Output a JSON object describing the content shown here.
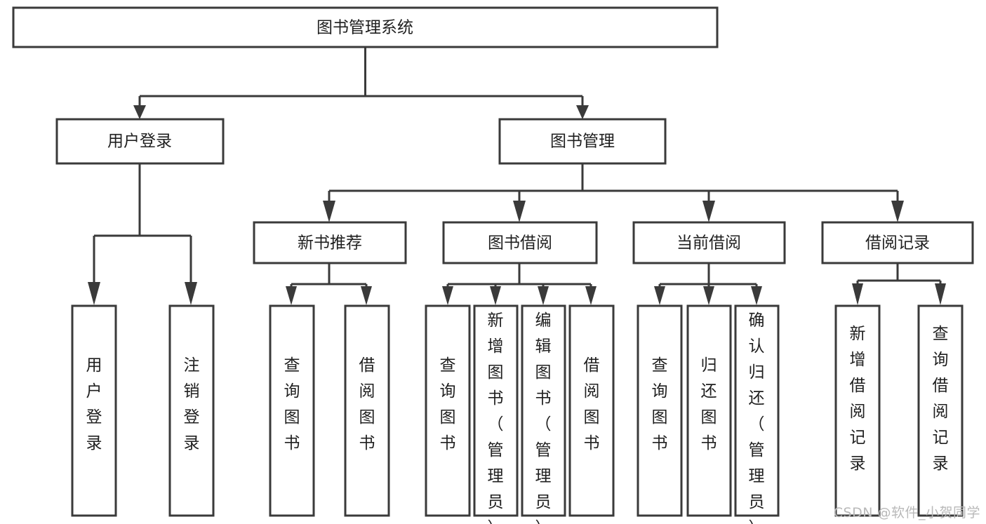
{
  "diagram": {
    "title": "图书管理系统",
    "type": "tree-hierarchy",
    "watermark": "CSDN @软件_小贺同学",
    "colors": {
      "box_stroke": "#3a3a3a",
      "box_fill": "#ffffff",
      "text": "#1f1f1f",
      "connector": "#3a3a3a",
      "background": "#ffffff",
      "watermark": "#b9b9b9"
    },
    "root": {
      "id": "root",
      "label": "图书管理系统",
      "orientation": "horizontal"
    },
    "level2": [
      {
        "id": "user-login",
        "label": "用户登录",
        "orientation": "horizontal"
      },
      {
        "id": "book-manage",
        "label": "图书管理",
        "orientation": "horizontal"
      }
    ],
    "level3": [
      {
        "id": "new-book-recommend",
        "label": "新书推荐",
        "orientation": "horizontal",
        "parent": "book-manage"
      },
      {
        "id": "book-borrow",
        "label": "图书借阅",
        "orientation": "horizontal",
        "parent": "book-manage"
      },
      {
        "id": "current-borrow",
        "label": "当前借阅",
        "orientation": "horizontal",
        "parent": "book-manage"
      },
      {
        "id": "borrow-record",
        "label": "借阅记录",
        "orientation": "horizontal",
        "parent": "book-manage"
      }
    ],
    "leaves": [
      {
        "id": "leaf-user-login",
        "label": "用户登录",
        "orientation": "vertical",
        "parent": "user-login"
      },
      {
        "id": "leaf-user-logout",
        "label": "注销登录",
        "orientation": "vertical",
        "parent": "user-login"
      },
      {
        "id": "leaf-query-book-1",
        "label": "查询图书",
        "orientation": "vertical",
        "parent": "new-book-recommend"
      },
      {
        "id": "leaf-borrow-book-1",
        "label": "借阅图书",
        "orientation": "vertical",
        "parent": "new-book-recommend"
      },
      {
        "id": "leaf-query-book-2",
        "label": "查询图书",
        "orientation": "vertical",
        "parent": "book-borrow"
      },
      {
        "id": "leaf-add-book",
        "label": "新增图书（管理员）",
        "orientation": "vertical",
        "parent": "book-borrow"
      },
      {
        "id": "leaf-edit-book",
        "label": "编辑图书（管理员）",
        "orientation": "vertical",
        "parent": "book-borrow"
      },
      {
        "id": "leaf-borrow-book-2",
        "label": "借阅图书",
        "orientation": "vertical",
        "parent": "book-borrow"
      },
      {
        "id": "leaf-query-book-3",
        "label": "查询图书",
        "orientation": "vertical",
        "parent": "current-borrow"
      },
      {
        "id": "leaf-return-book",
        "label": "归还图书",
        "orientation": "vertical",
        "parent": "current-borrow"
      },
      {
        "id": "leaf-confirm-return",
        "label": "确认归还（管理员）",
        "orientation": "vertical",
        "parent": "current-borrow"
      },
      {
        "id": "leaf-add-record",
        "label": "新增借阅记录",
        "orientation": "vertical",
        "parent": "borrow-record"
      },
      {
        "id": "leaf-query-record",
        "label": "查询借阅记录",
        "orientation": "vertical",
        "parent": "borrow-record"
      }
    ]
  }
}
